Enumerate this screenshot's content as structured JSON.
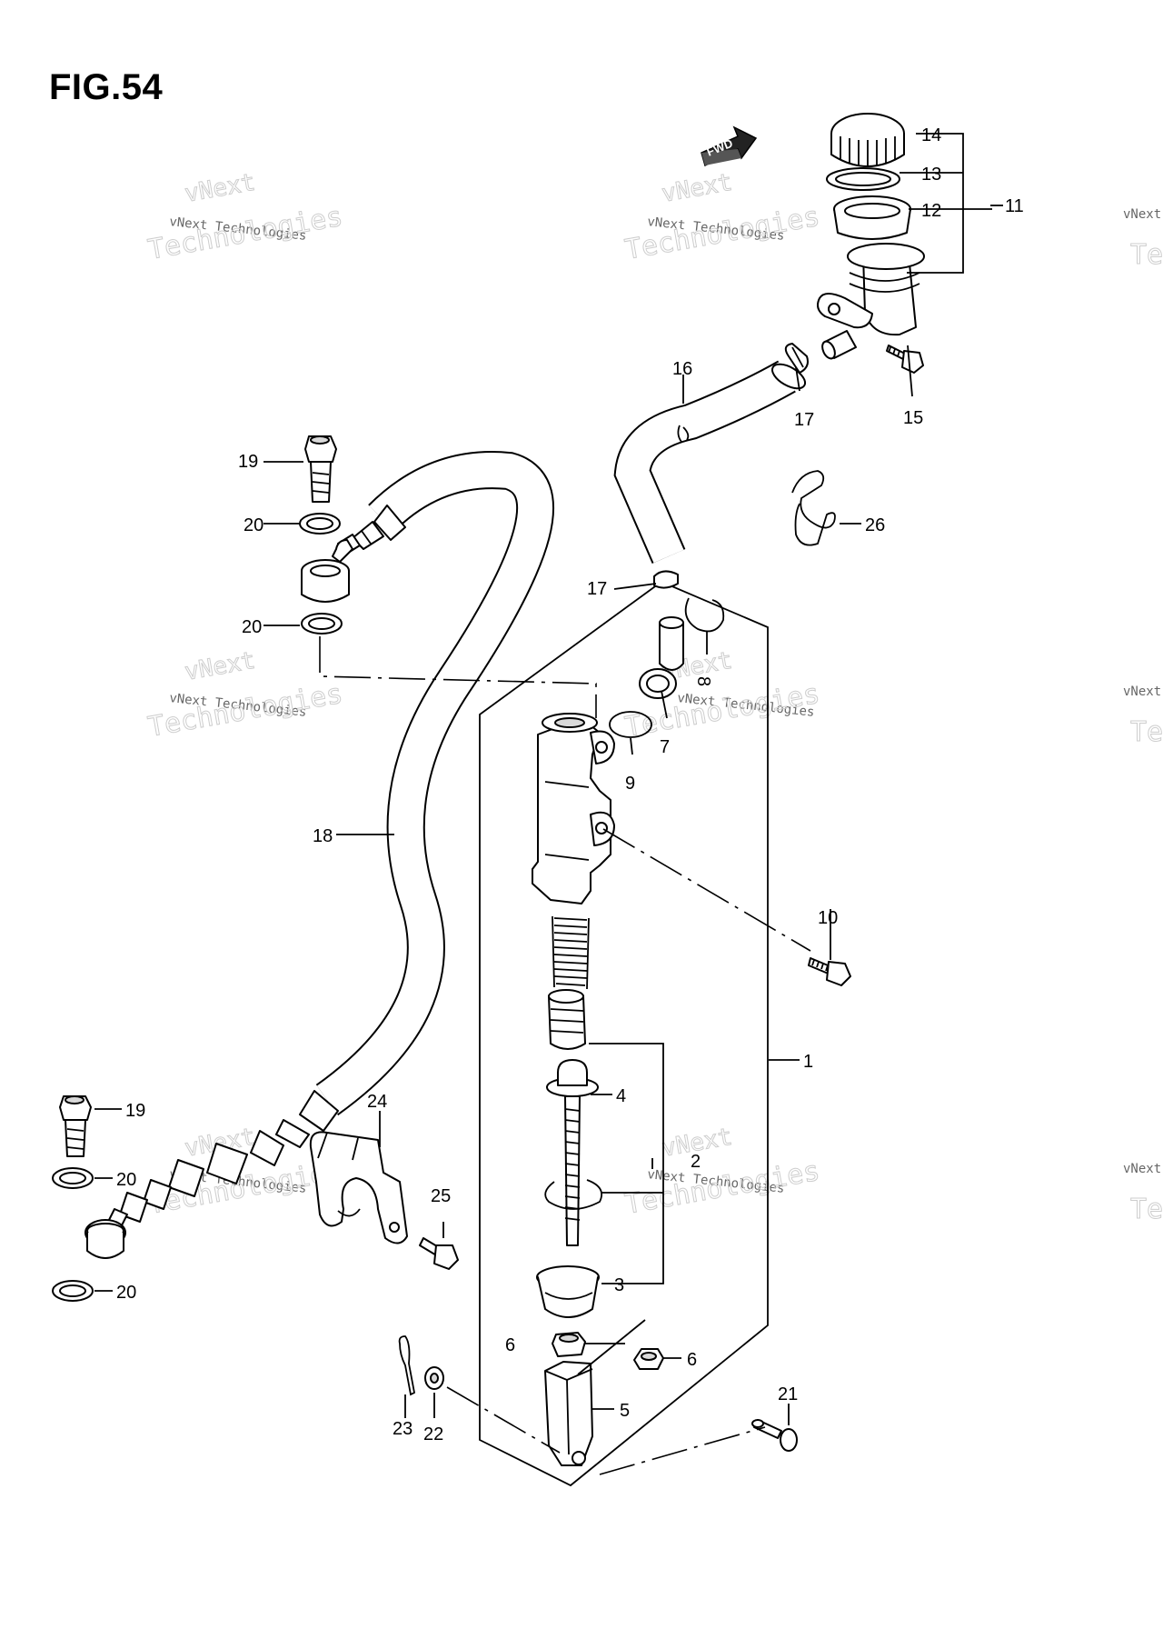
{
  "figure": {
    "title": "FIG.54"
  },
  "fwd_label": "FWD",
  "watermark": {
    "brand": "vNext",
    "line": "vNext Technologies",
    "big": "Technologies"
  },
  "callouts": {
    "c1": "1",
    "c2": "2",
    "c3": "3",
    "c4": "4",
    "c5": "5",
    "c6a": "6",
    "c6b": "6",
    "c7": "7",
    "c8": "8",
    "c9": "9",
    "c10": "10",
    "c11": "11",
    "c12": "12",
    "c13": "13",
    "c14": "14",
    "c15": "15",
    "c16": "16",
    "c17a": "17",
    "c17b": "17",
    "c18": "18",
    "c19a": "19",
    "c19b": "19",
    "c20a": "20",
    "c20b": "20",
    "c20c": "20",
    "c20d": "20",
    "c21": "21",
    "c22": "22",
    "c23": "23",
    "c24": "24",
    "c25": "25",
    "c26": "26"
  }
}
